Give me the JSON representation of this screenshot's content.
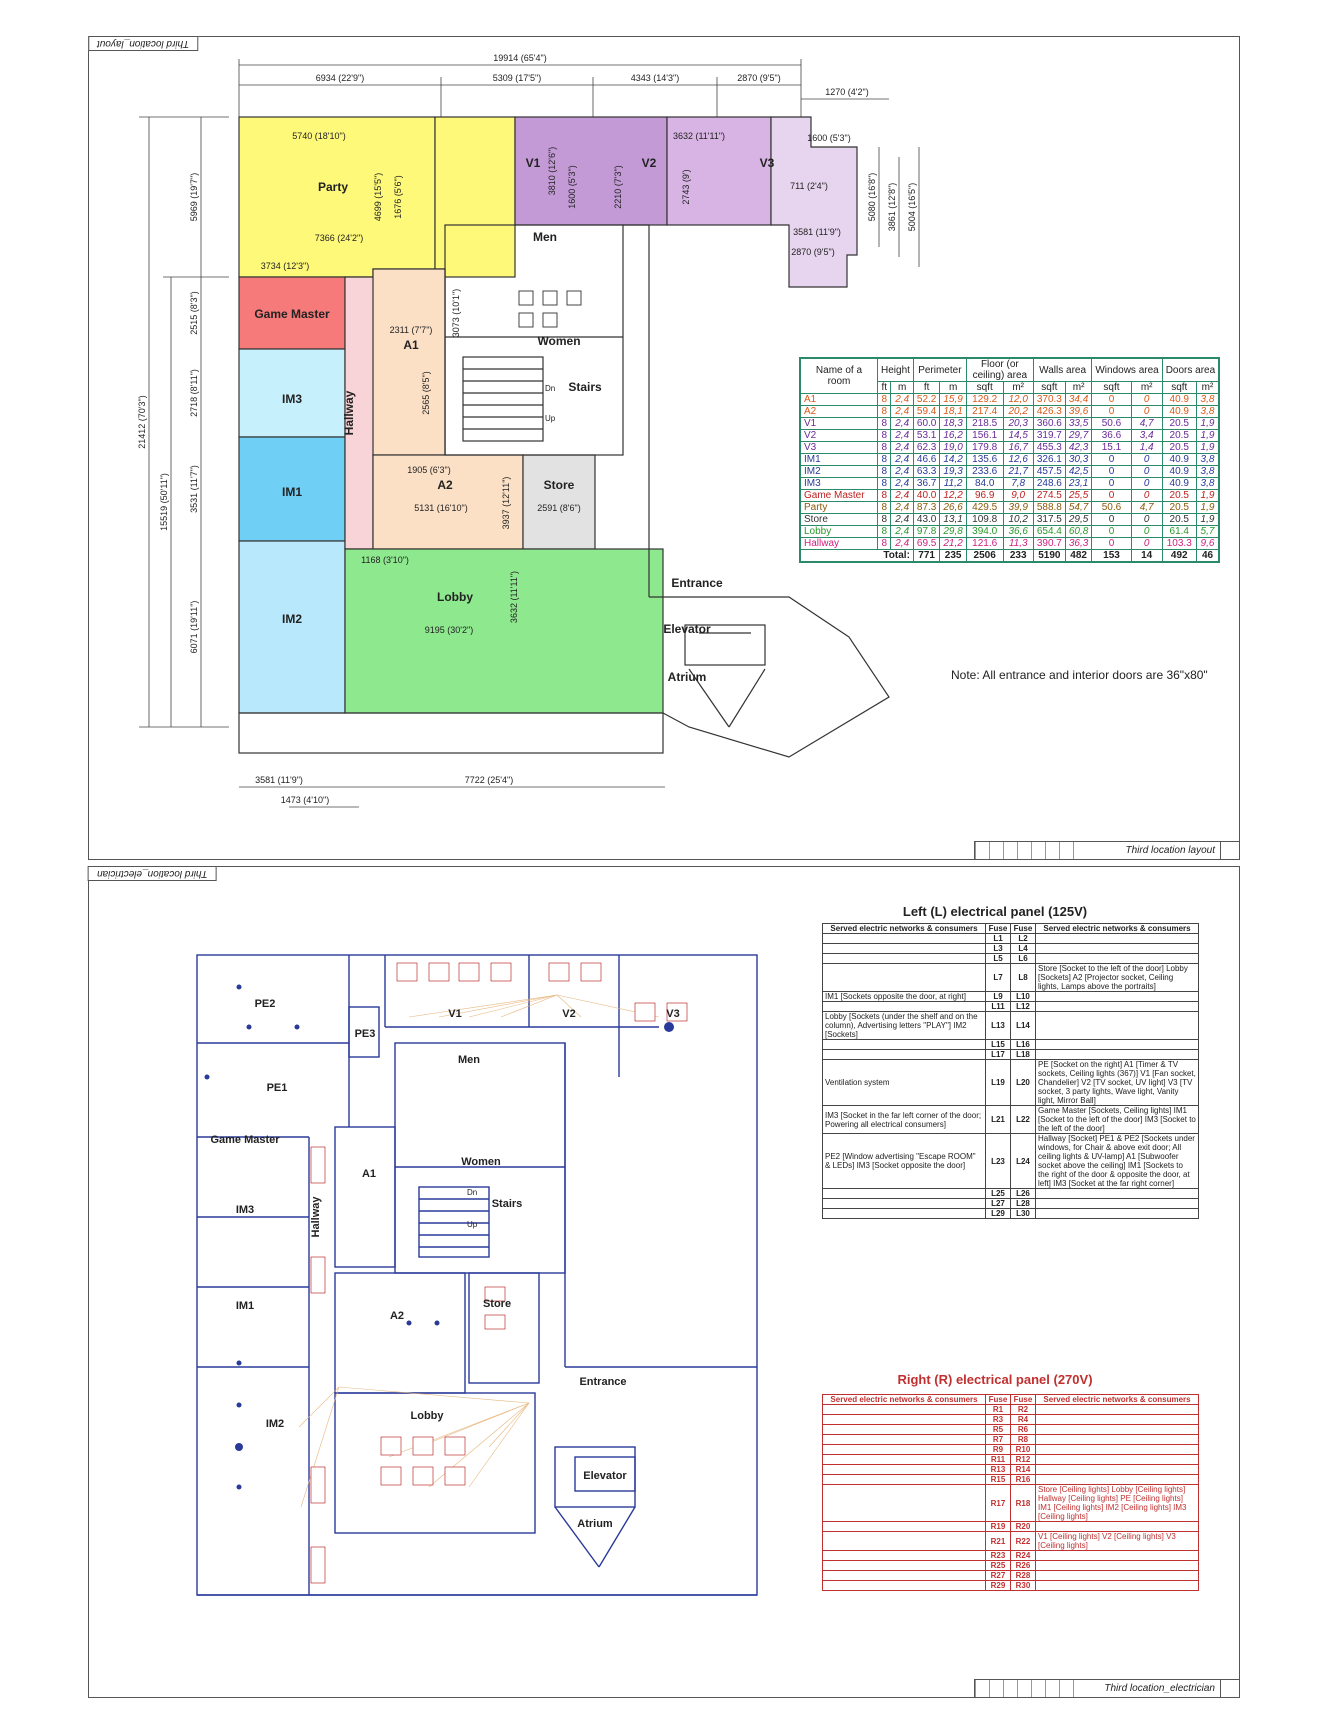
{
  "sheet1": {
    "tag": "Third location_layout",
    "title": "Third location layout",
    "dims": {
      "total_w": "19914 (65'4\")",
      "w1": "6934 (22'9\")",
      "w2": "5309 (17'5\")",
      "w3": "4343 (14'3\")",
      "w4": "2870 (9'5\")",
      "w5": "1270 (4'2\")",
      "party_w": "5740 (18'10\")",
      "v2_w": "3632 (11'11\")",
      "v3_w": "1600 (5'3\")",
      "v3_711": "711 (2'4\")",
      "v3_3581": "3581 (11'9\")",
      "v3_2870": "2870 (9'5\")",
      "party_7366": "7366 (24'2\")",
      "party_3734": "3734 (12'3\")",
      "h_5969": "5969 (19'7\")",
      "h_4699": "4699 (15'5\")",
      "h_1676": "1676 (5'6\")",
      "h_3810": "3810 (12'6\")",
      "h_1600": "1600 (5'3\")",
      "h_2210": "2210 (7'3\")",
      "h_2743": "2743 (9')",
      "h_5080": "5080 (16'8\")",
      "h_3861": "3861 (12'8\")",
      "h_5004": "5004 (16'5\")",
      "h_21412": "21412 (70'3\")",
      "h_15519": "15519 (50'11\")",
      "h_2515": "2515 (8'3\")",
      "h_2718": "2718 (8'11\")",
      "h_3531": "3531 (11'7\")",
      "h_6071": "6071 (19'11\")",
      "a1_2311": "2311 (7'7\")",
      "a1_3073": "3073 (10'1\")",
      "a1_2565": "2565 (8'5\")",
      "a2_1905": "1905 (6'3\")",
      "a2_3937": "3937 (12'11\")",
      "a2_5131": "5131 (16'10\")",
      "store_2591": "2591 (8'6\")",
      "lobby_1168": "1168 (3'10\")",
      "lobby_3632": "3632 (11'11\")",
      "lobby_9195": "9195 (30'2\")",
      "bot_3581": "3581 (11'9\")",
      "bot_7722": "7722 (25'4\")",
      "bot_1473": "1473 (4'10\")"
    },
    "rooms": {
      "party": "Party",
      "v1": "V1",
      "v2": "V2",
      "v3": "V3",
      "men": "Men",
      "women": "Women",
      "game_master": "Game Master",
      "a1": "A1",
      "im3": "IM3",
      "hallway": "Hallway",
      "stairs": "Stairs",
      "dn": "Dn",
      "up": "Up",
      "a2": "A2",
      "store": "Store",
      "im1": "IM1",
      "lobby": "Lobby",
      "im2": "IM2",
      "entrance": "Entrance",
      "elevator": "Elevator",
      "atrium": "Atrium"
    },
    "note": "Note: All entrance and interior doors are 36\"x80\"",
    "table": {
      "headers": [
        "Name of a room",
        "Height",
        "Perimeter",
        "Floor (or ceiling) area",
        "Walls area",
        "Windows area",
        "Doors area"
      ],
      "units": [
        "ft",
        "m",
        "ft",
        "m",
        "sqft",
        "m²",
        "sqft",
        "m²",
        "sqft",
        "m²",
        "sqft",
        "m²"
      ],
      "rows": [
        {
          "name": "A1",
          "color": "#d85a1a",
          "v": [
            "8",
            "2,4",
            "52.2",
            "15,9",
            "129.2",
            "12,0",
            "370.3",
            "34,4",
            "0",
            "0",
            "40.9",
            "3,8"
          ]
        },
        {
          "name": "A2",
          "color": "#d85a1a",
          "v": [
            "8",
            "2,4",
            "59.4",
            "18,1",
            "217.4",
            "20,2",
            "426.3",
            "39,6",
            "0",
            "0",
            "40.9",
            "3,8"
          ]
        },
        {
          "name": "V1",
          "color": "#6a2a9a",
          "v": [
            "8",
            "2,4",
            "60.0",
            "18,3",
            "218.5",
            "20,3",
            "360.6",
            "33,5",
            "50.6",
            "4,7",
            "20.5",
            "1,9"
          ]
        },
        {
          "name": "V2",
          "color": "#6a2a9a",
          "v": [
            "8",
            "2,4",
            "53.1",
            "16,2",
            "156.1",
            "14,5",
            "319.7",
            "29,7",
            "36.6",
            "3,4",
            "20.5",
            "1,9"
          ]
        },
        {
          "name": "V3",
          "color": "#6a2a9a",
          "v": [
            "8",
            "2,4",
            "62.3",
            "19,0",
            "179.8",
            "16,7",
            "455.3",
            "42,3",
            "15.1",
            "1,4",
            "20.5",
            "1,9"
          ]
        },
        {
          "name": "IM1",
          "color": "#2a3a9a",
          "v": [
            "8",
            "2,4",
            "46.6",
            "14,2",
            "135.6",
            "12,6",
            "326.1",
            "30,3",
            "0",
            "0",
            "40.9",
            "3,8"
          ]
        },
        {
          "name": "IM2",
          "color": "#2a3a9a",
          "v": [
            "8",
            "2,4",
            "63.3",
            "19,3",
            "233.6",
            "21,7",
            "457.5",
            "42,5",
            "0",
            "0",
            "40.9",
            "3,8"
          ]
        },
        {
          "name": "IM3",
          "color": "#2a3a9a",
          "v": [
            "8",
            "2,4",
            "36.7",
            "11,2",
            "84.0",
            "7,8",
            "248.6",
            "23,1",
            "0",
            "0",
            "40.9",
            "3,8"
          ]
        },
        {
          "name": "Game Master",
          "color": "#c02020",
          "v": [
            "8",
            "2,4",
            "40.0",
            "12,2",
            "96.9",
            "9,0",
            "274.5",
            "25,5",
            "0",
            "0",
            "20.5",
            "1,9"
          ]
        },
        {
          "name": "Party",
          "color": "#8a5a0a",
          "v": [
            "8",
            "2,4",
            "87.3",
            "26,6",
            "429.5",
            "39,9",
            "588.8",
            "54,7",
            "50.6",
            "4,7",
            "20.5",
            "1,9"
          ]
        },
        {
          "name": "Store",
          "color": "#333333",
          "v": [
            "8",
            "2,4",
            "43.0",
            "13,1",
            "109.8",
            "10,2",
            "317.5",
            "29,5",
            "0",
            "0",
            "20.5",
            "1,9"
          ]
        },
        {
          "name": "Lobby",
          "color": "#2a9a2a",
          "v": [
            "8",
            "2,4",
            "97.8",
            "29,8",
            "394.0",
            "36,6",
            "654.4",
            "60,8",
            "0",
            "0",
            "61.4",
            "5,7"
          ]
        },
        {
          "name": "Hallway",
          "color": "#d02080",
          "v": [
            "8",
            "2,4",
            "69.5",
            "21,2",
            "121.6",
            "11,3",
            "390.7",
            "36,3",
            "0",
            "0",
            "103.3",
            "9,6"
          ]
        }
      ],
      "total": {
        "label": "Total:",
        "v": [
          "771",
          "235",
          "2506",
          "233",
          "5190",
          "482",
          "153",
          "14",
          "492",
          "46"
        ]
      }
    }
  },
  "sheet2": {
    "tag": "Third location_electrician",
    "title": "Third location_electrician",
    "rooms": {
      "pe2": "PE2",
      "pe1": "PE1",
      "pe3": "PE3",
      "v1": "V1",
      "v2": "V2",
      "v3": "V3",
      "men": "Men",
      "women": "Women",
      "game_master": "Game Master",
      "a1": "A1",
      "im3": "IM3",
      "hallway": "Hallway",
      "stairs": "Stairs",
      "dn": "Dn",
      "up": "Up",
      "a2": "A2",
      "store": "Store",
      "im1": "IM1",
      "lobby": "Lobby",
      "im2": "IM2",
      "entrance": "Entrance",
      "elevator": "Elevator",
      "atrium": "Atrium"
    },
    "left_panel": {
      "title": "Left (L) electrical panel (125V)",
      "col_head": "Served electric networks & consumers",
      "fuse_head": "Fuse",
      "rows": [
        {
          "l": "",
          "f1": "L1",
          "f2": "L2",
          "r": ""
        },
        {
          "l": "",
          "f1": "L3",
          "f2": "L4",
          "r": ""
        },
        {
          "l": "",
          "f1": "L5",
          "f2": "L6",
          "r": ""
        },
        {
          "l": "",
          "f1": "L7",
          "f2": "L8",
          "r": "Store [Socket to the left of the door] Lobby [Sockets] A2 [Projector socket, Ceiling lights, Lamps above the portraits]"
        },
        {
          "l": "IM1 [Sockets opposite the door, at right]",
          "f1": "L9",
          "f2": "L10",
          "r": ""
        },
        {
          "l": "",
          "f1": "L11",
          "f2": "L12",
          "r": ""
        },
        {
          "l": "Lobby [Sockets (under the shelf and on the column), Advertising letters \"PLAY\"] IM2 [Sockets]",
          "f1": "L13",
          "f2": "L14",
          "r": ""
        },
        {
          "l": "",
          "f1": "L15",
          "f2": "L16",
          "r": ""
        },
        {
          "l": "",
          "f1": "L17",
          "f2": "L18",
          "r": ""
        },
        {
          "l": "Ventilation system",
          "f1": "L19",
          "f2": "L20",
          "r": "PE [Socket on the right] A1 [Timer & TV sockets, Ceiling lights (367)] V1 [Fan socket, Chandelier] V2 [TV socket, UV light] V3 [TV socket, 3 party lights, Wave light, Vanity light, Mirror Ball]"
        },
        {
          "l": "IM3 [Socket in the far left corner of the door; Powering all electrical consumers]",
          "f1": "L21",
          "f2": "L22",
          "r": "Game Master [Sockets, Ceiling lights] IM1 [Socket to the left of the door] IM3 [Socket to the left of the door]"
        },
        {
          "l": "PE2 [Window advertising \"Escape ROOM\" & LEDs] IM3 [Socket opposite the door]",
          "f1": "L23",
          "f2": "L24",
          "r": "Hallway [Socket] PE1 & PE2 [Sockets under windows, for Chair & above exit door; All ceiling lights & UV-lamp] A1 [Subwoofer socket above the ceiling] IM1 [Sockets to the right of the door & opposite the door, at left] IM3 [Socket at the far right corner]"
        },
        {
          "l": "",
          "f1": "L25",
          "f2": "L26",
          "r": ""
        },
        {
          "l": "",
          "f1": "L27",
          "f2": "L28",
          "r": ""
        },
        {
          "l": "",
          "f1": "L29",
          "f2": "L30",
          "r": ""
        }
      ]
    },
    "right_panel": {
      "title": "Right (R) electrical panel (270V)",
      "col_head": "Served electric networks & consumers",
      "fuse_head": "Fuse",
      "rows": [
        {
          "f1": "R1",
          "f2": "R2",
          "r": ""
        },
        {
          "f1": "R3",
          "f2": "R4",
          "r": ""
        },
        {
          "f1": "R5",
          "f2": "R6",
          "r": ""
        },
        {
          "f1": "R7",
          "f2": "R8",
          "r": ""
        },
        {
          "f1": "R9",
          "f2": "R10",
          "r": ""
        },
        {
          "f1": "R11",
          "f2": "R12",
          "r": ""
        },
        {
          "f1": "R13",
          "f2": "R14",
          "r": ""
        },
        {
          "f1": "R15",
          "f2": "R16",
          "r": ""
        },
        {
          "f1": "R17",
          "f2": "R18",
          "r": "Store [Ceiling lights] Lobby [Ceiling lights] Hallway [Ceiling lights] PE [Ceiling lights] IM1 [Ceiling lights] IM2 [Ceiling lights] IM3 [Ceiling lights]"
        },
        {
          "f1": "R19",
          "f2": "R20",
          "r": ""
        },
        {
          "f1": "R21",
          "f2": "R22",
          "r": "V1 [Ceiling lights] V2 [Ceiling lights] V3 [Ceiling lights]"
        },
        {
          "f1": "R23",
          "f2": "R24",
          "r": ""
        },
        {
          "f1": "R25",
          "f2": "R26",
          "r": ""
        },
        {
          "f1": "R27",
          "f2": "R28",
          "r": ""
        },
        {
          "f1": "R29",
          "f2": "R30",
          "r": ""
        }
      ]
    }
  }
}
